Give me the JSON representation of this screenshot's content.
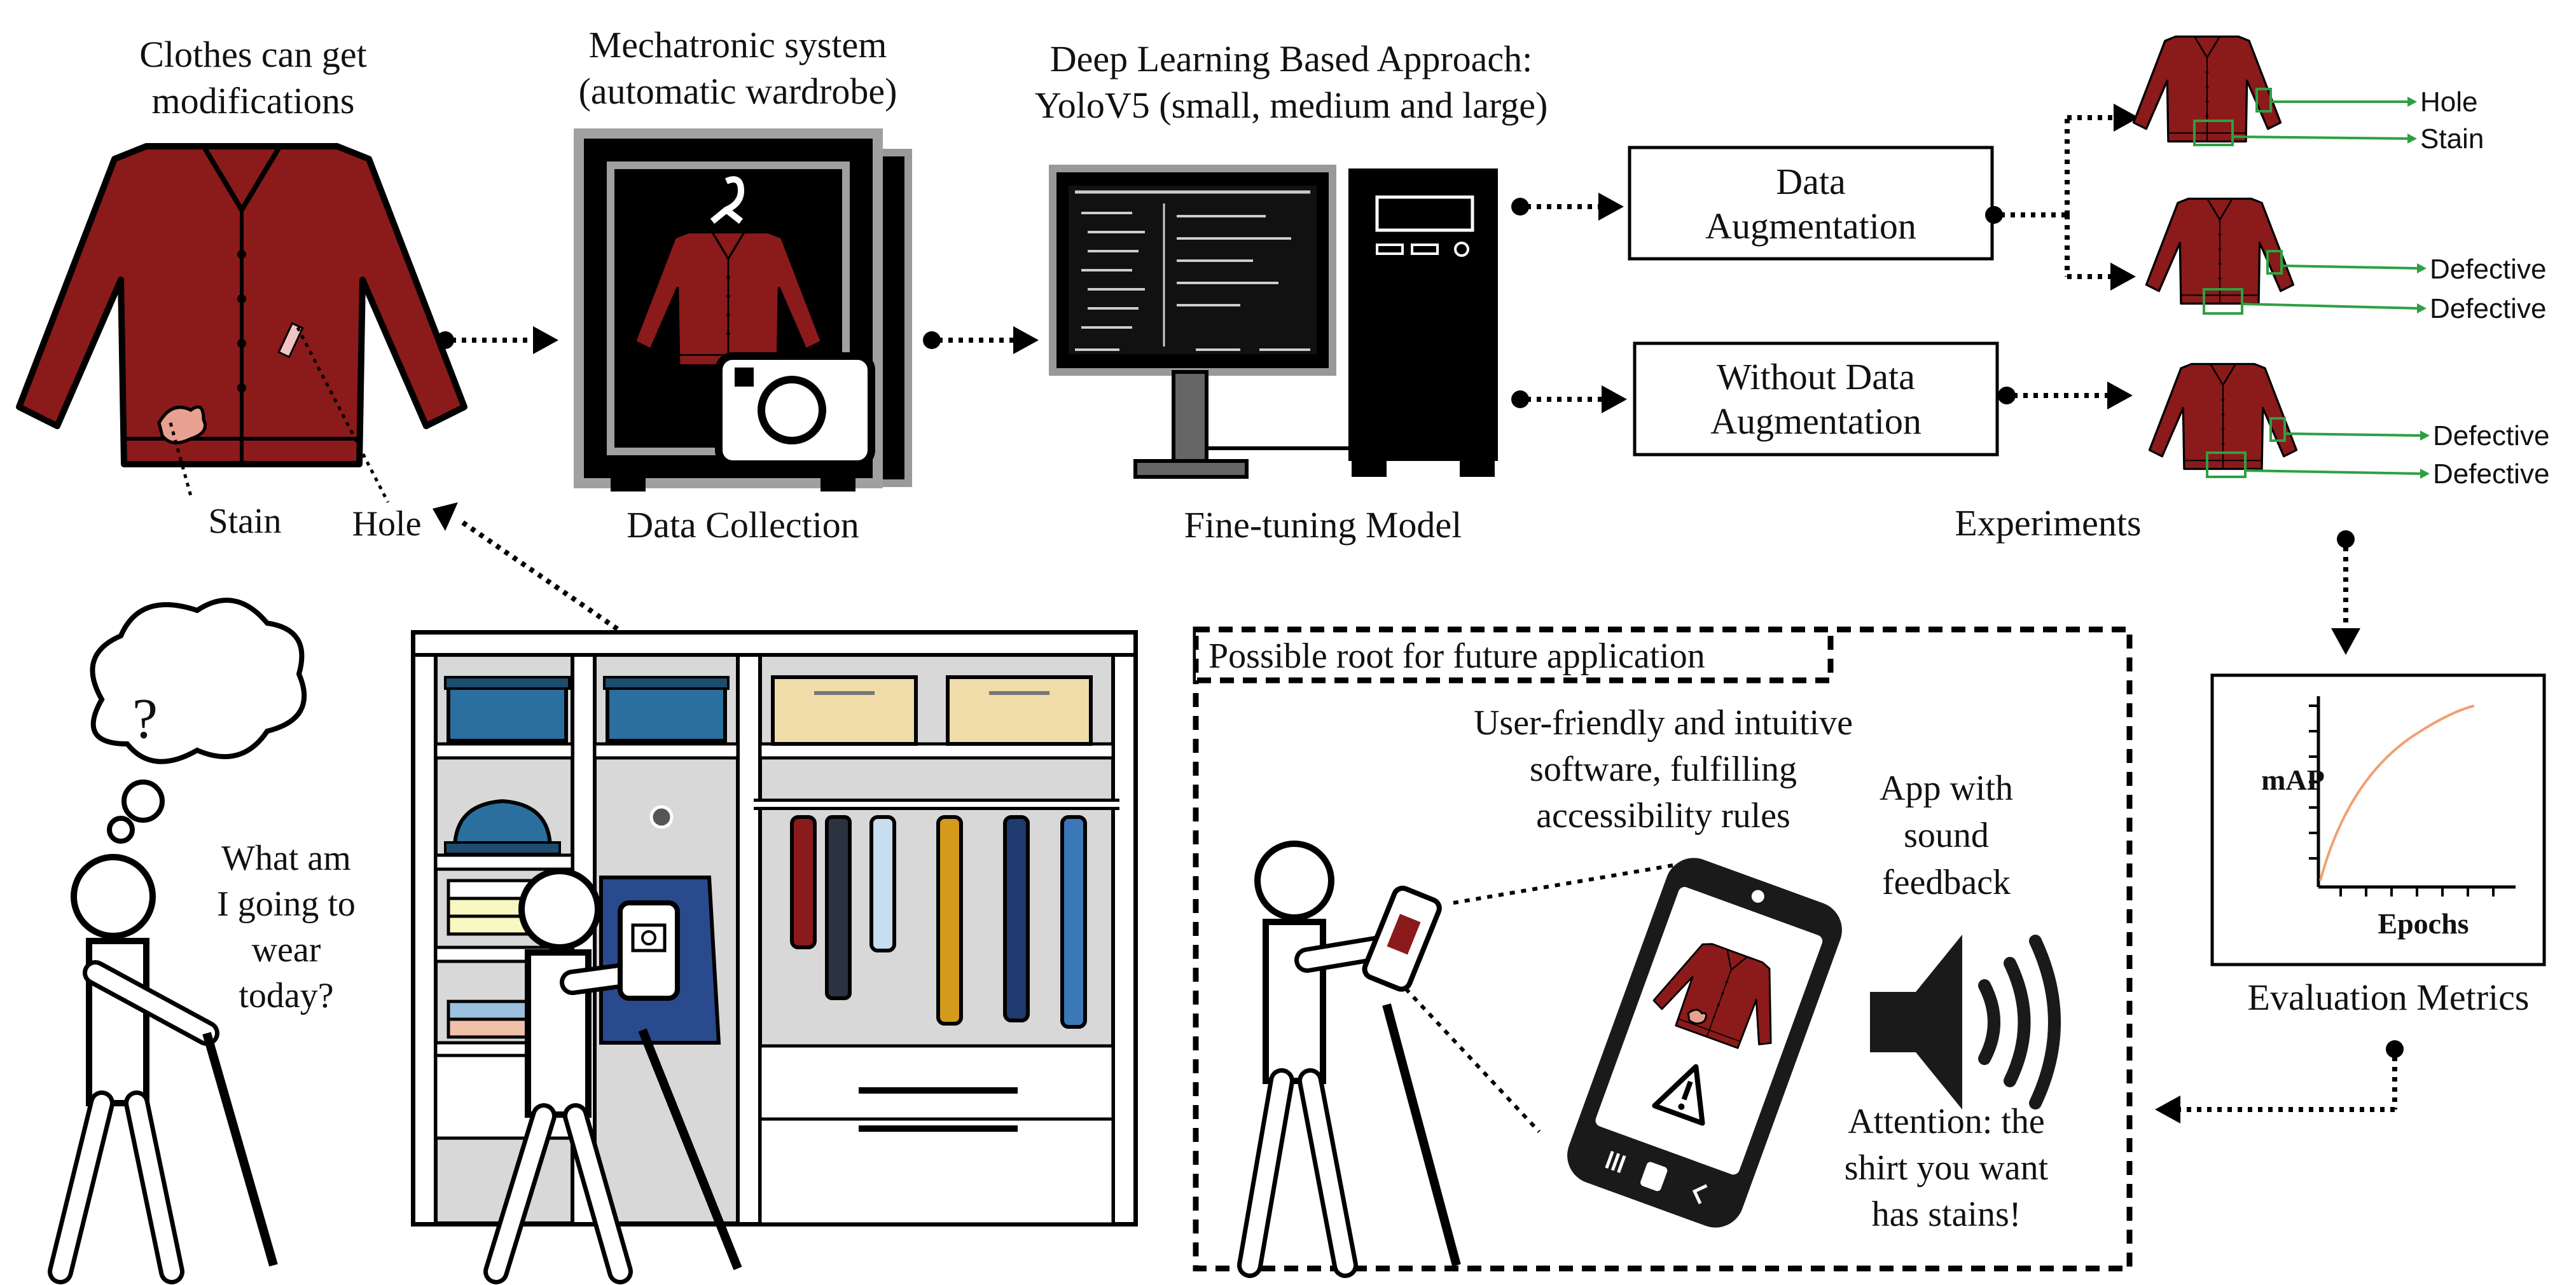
{
  "labels": {
    "clothes_title_l1": "Clothes can get",
    "clothes_title_l2": "modifications",
    "stain": "Stain",
    "hole": "Hole",
    "mech_l1": "Mechatronic system",
    "mech_l2": "(automatic wardrobe)",
    "data_collection": "Data Collection",
    "dl_l1": "Deep Learning Based Approach:",
    "dl_l2": "YoloV5 (small, medium and large)",
    "fine_tuning": "Fine-tuning Model",
    "aug_l1": "Data",
    "aug_l2": "Augmentation",
    "noaug_l1": "Without Data",
    "noaug_l2": "Augmentation",
    "experiments": "Experiments",
    "exp1_hole": "Hole",
    "exp1_stain": "Stain",
    "defective": "Defective",
    "eval_metrics": "Evaluation Metrics",
    "map": "mAP",
    "epochs": "Epochs",
    "future_box": "Possible root for future application",
    "user_l1": "User-friendly and intuitive",
    "user_l2": "software, fulfilling",
    "user_l3": "accessibility rules",
    "app_l1": "App with",
    "app_l2": "sound",
    "app_l3": "feedback",
    "att_l1": "Attention: the",
    "att_l2": "shirt you want",
    "att_l3": "has stains!",
    "think_l1": "What am",
    "think_l2": "I going to",
    "think_l3": "wear",
    "think_l4": "today?",
    "question": "?"
  },
  "colors": {
    "garment": "#8b1a1a",
    "garment_dark": "#6e1212",
    "detection_box": "#2ea043",
    "curve": "#f0a070",
    "box_blue": "#2a6f9e",
    "box_tan": "#f0dca8"
  }
}
